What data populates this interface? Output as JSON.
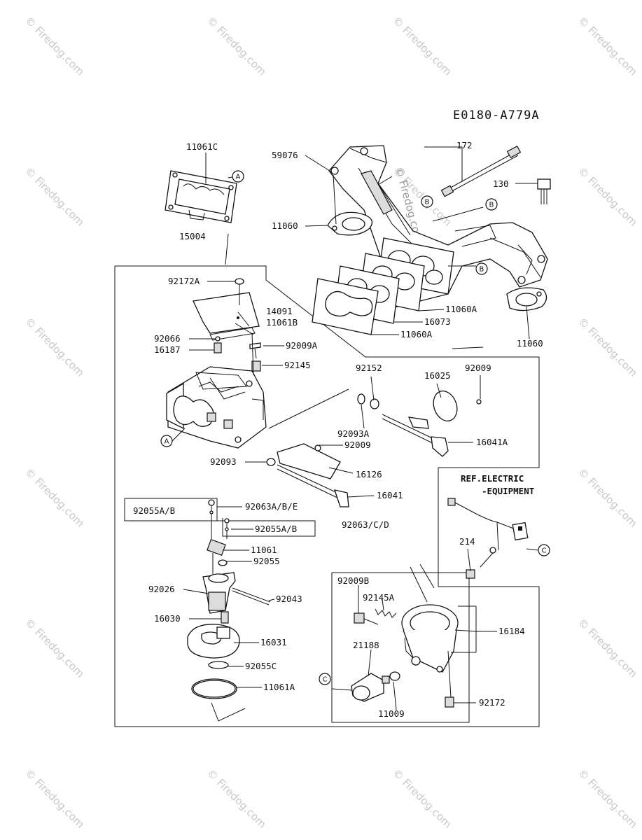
{
  "diagram_code": "E0180-A779A",
  "watermark": "© Firedog.com",
  "ref_note": [
    "REF.ELECTRIC",
    "-EQUIPMENT"
  ],
  "callouts": {
    "a": "A",
    "b": "B",
    "c": "C"
  },
  "labels": {
    "p11061C": "11061C",
    "p59076": "59076",
    "p172": "172",
    "p130": "130",
    "p11060_top": "11060",
    "p15004": "15004",
    "p11060A_1": "11060A",
    "p16073": "16073",
    "p11060A_2": "11060A",
    "p11060_right": "11060",
    "p92172A": "92172A",
    "p14091": "14091",
    "p11061B": "11061B",
    "p92066": "92066",
    "p16187": "16187",
    "p92009A": "92009A",
    "p92145": "92145",
    "p92152": "92152",
    "p16025": "16025",
    "p92009_a": "92009",
    "p92093A": "92093A",
    "p16041A": "16041A",
    "p92009_b": "92009",
    "p92093": "92093",
    "p16126": "16126",
    "p16041": "16041",
    "p92055AB_1": "92055A/B",
    "p92063ABE": "92063A/B/E",
    "p92055AB_2": "92055A/B",
    "p92063CD": "92063/C/D",
    "p11061": "11061",
    "p92055": "92055",
    "p92026": "92026",
    "p92043": "92043",
    "p16030": "16030",
    "p16031": "16031",
    "p92055C": "92055C",
    "p11061A": "11061A",
    "p214": "214",
    "p92009B": "92009B",
    "p92145A": "92145A",
    "p21188": "21188",
    "p16184": "16184",
    "p11009": "11009",
    "p92172": "92172"
  }
}
